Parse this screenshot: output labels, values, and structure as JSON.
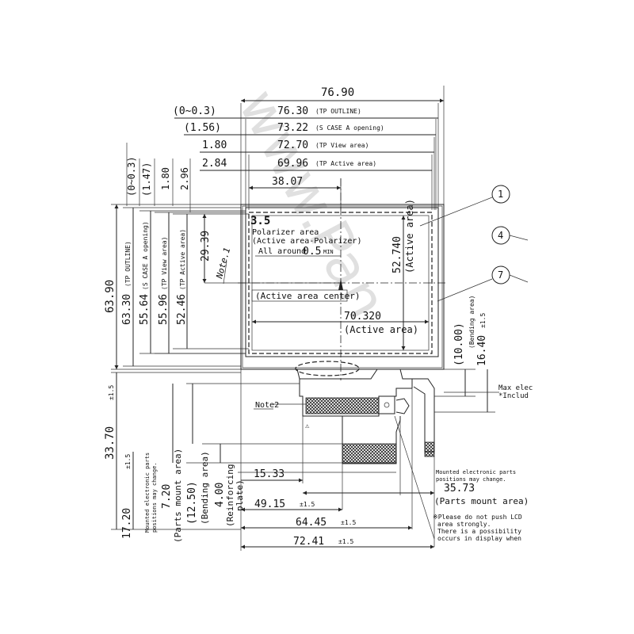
{
  "watermark": "www.Pan",
  "dims_top": {
    "d1": "76.90",
    "d2_left": "(0~0.3)",
    "d2": "76.30",
    "d2_note": "(TP OUTLINE)",
    "d3_left": "(1.56)",
    "d3": "73.22",
    "d3_note": "(S CASE A opening)",
    "d4_left": "1.80",
    "d4": "72.70",
    "d4_note": "(TP View area)",
    "d5_left": "2.84",
    "d5": "69.96",
    "d5_note": "(TP Active area)",
    "d6": "38.07"
  },
  "dims_left_top": [
    "(0~0.3)",
    "(1.47)",
    "1.80",
    "2.96"
  ],
  "dims_left": {
    "v1": "63.90",
    "v2": "63.30",
    "v2_note": "(TP OUTLINE)",
    "v3": "55.64",
    "v3_note": "(S CASE A opening)",
    "v4": "55.96",
    "v4_note": "(TP View area)",
    "v5": "52.46",
    "v5_note": "(TP Active area)",
    "v6": "29.39",
    "note1": "Note.1"
  },
  "panel": {
    "size": "3.5",
    "polarizer_l1": "Polarizer area",
    "polarizer_l2": "(Active area-Polarizer)",
    "all_around": "All around",
    "all_val": "0.5",
    "all_min": "MIN",
    "center": "(Active area center)",
    "w": "70.320",
    "w_note": "(Active area)",
    "h": "52.740",
    "h_note": "(Active area)"
  },
  "callouts": [
    "1",
    "4",
    "7"
  ],
  "dims_right": {
    "r1": "(10.00)",
    "r1_note": "(Bending area)",
    "r2": "16.40",
    "r2_tol": "±1.5",
    "max_l1": "Max elec",
    "max_l2": "*Includ"
  },
  "dims_lower_left": {
    "v7": "33.70",
    "v7_tol": "±1.5",
    "v8": "17.20",
    "v8_tol": "±1.5",
    "mounted_l1": "Mounted electronic parts",
    "mounted_l2": "positions may change.",
    "v9": "7.20",
    "v9_note": "(Parts mount area)",
    "v10": "(12.50)",
    "v10_note": "(Bending area)",
    "v11": "4.00",
    "v11_note1": "(Reinforcing",
    "v11_note2": "plate)"
  },
  "note2": "Note2",
  "dims_bottom": {
    "b1": "15.33",
    "b2": "35.73",
    "b2_note": "(Parts mount area)",
    "b3": "49.15",
    "b3_tol": "±1.5",
    "b4": "64.45",
    "b4_tol": "±1.5",
    "b5": "72.41",
    "b5_tol": "±1.5",
    "mounted_l1": "Mounted electronic parts",
    "mounted_l2": "positions may change.",
    "warn_l1": "※Please do not push LCD",
    "warn_l2": "area strongly.",
    "warn_l3": "There is a possibility",
    "warn_l4": "occurs in display when"
  }
}
